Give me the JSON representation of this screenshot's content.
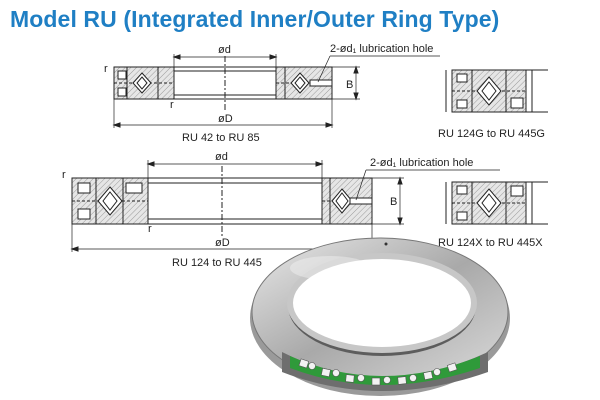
{
  "title": "Model RU (Integrated Inner/Outer Ring Type)",
  "colors": {
    "title": "#1f7fc4",
    "drawing": "#222222",
    "section_fill": "#d8d8d8",
    "ring_metal": "#b9b9b9",
    "seal_green": "#2f9a3a"
  },
  "diagram1": {
    "bore_label": "ød",
    "outer_label": "øD",
    "width_label": "B",
    "corner_label": "r",
    "hole_label": "2-ød₁ lubrication hole",
    "caption": "RU 42 to RU 85"
  },
  "diagram2": {
    "caption": "RU 124G to RU 445G"
  },
  "diagram3": {
    "bore_label": "ød",
    "outer_label": "øD",
    "width_label": "B",
    "corner_label": "r",
    "hole_label": "2-ød₁ lubrication hole",
    "caption": "RU 124 to RU 445"
  },
  "diagram4": {
    "caption": "RU 124X to RU 445X"
  },
  "photo": {
    "icon": "cross-roller-bearing-photo"
  }
}
